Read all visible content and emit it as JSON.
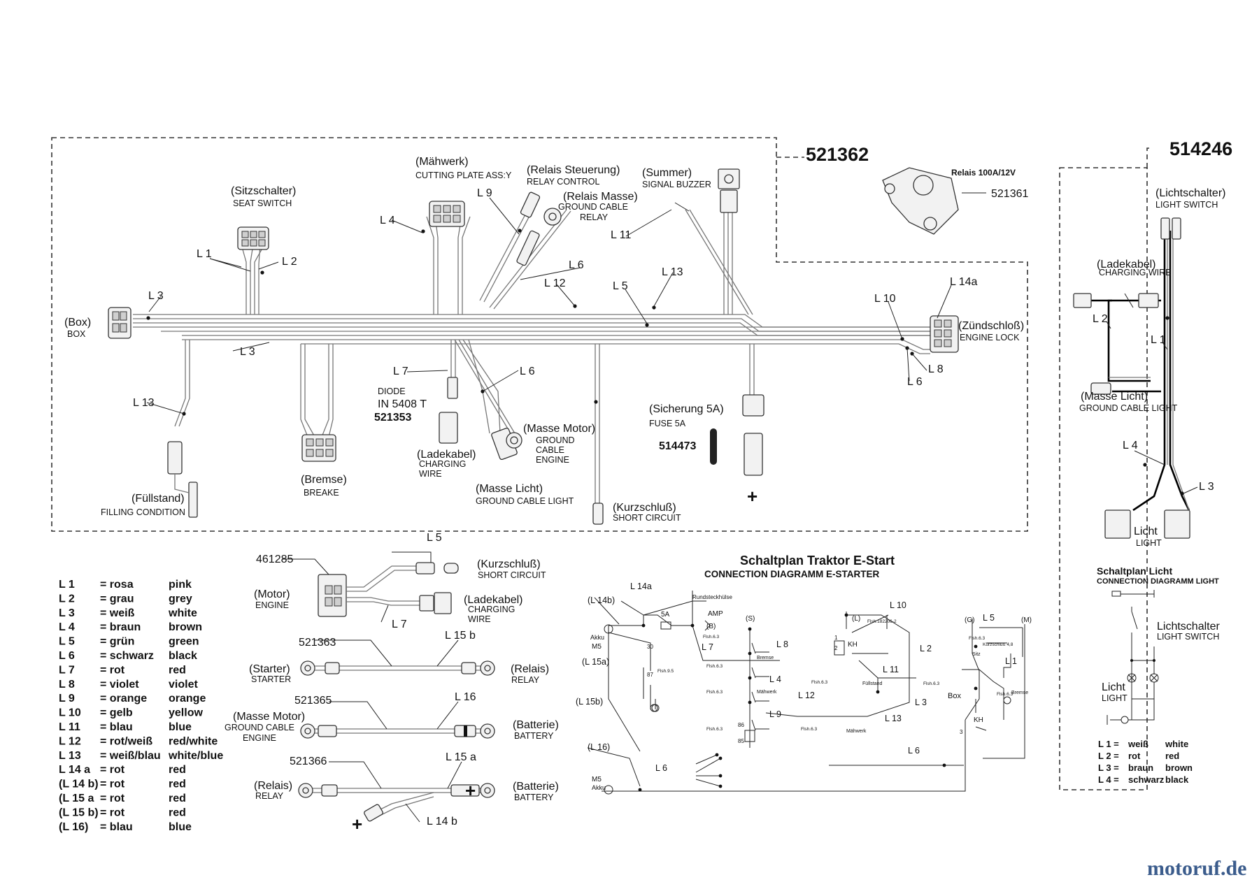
{
  "parts": {
    "main_harness": "521362",
    "light_harness": "514246",
    "relay": "521361",
    "relay_spec": "Relais 100A/12V",
    "diode": "521353",
    "fuse": "514473",
    "motor_cable": "461285",
    "cable_starter": "521363",
    "cable_ground": "521365",
    "cable_relay": "521366"
  },
  "labels": {
    "sitzschalter": "(Sitzschalter)",
    "seat_switch": "SEAT SWITCH",
    "maehwerk": "(Mähwerk)",
    "cutting_plate": "CUTTING PLATE ASS:Y",
    "relais_steuerung": "(Relais Steuerung)",
    "relay_control": "RELAY CONTROL",
    "relais_masse": "(Relais Masse)",
    "ground_cable_relay_1": "GROUND CABLE",
    "ground_cable_relay_2": "RELAY",
    "summer": "(Summer)",
    "signal_buzzer": "SIGNAL BUZZER",
    "box": "(Box)",
    "box_en": "BOX",
    "zuendschloss": "(Zündschloß)",
    "engine_lock": "ENGINE LOCK",
    "diode_1": "DIODE",
    "diode_2": "IN 5408 T",
    "sicherung": "(Sicherung 5A)",
    "fuse_5a": "FUSE 5A",
    "masse_motor": "(Masse Motor)",
    "ground_cable_engine_1": "GROUND",
    "ground_cable_engine_2": "CABLE",
    "ground_cable_engine_3": "ENGINE",
    "ladekabel": "(Ladekabel)",
    "charging_wire_1": "CHARGING",
    "charging_wire_2": "WIRE",
    "masse_licht": "(Masse Licht)",
    "ground_cable_light": "GROUND CABLE LIGHT",
    "bremse": "(Bremse)",
    "breake": "BREAKE",
    "fuellstand": "(Füllstand)",
    "filling_condition": "FILLING CONDITION",
    "kurzschluss": "(Kurzschluß)",
    "short_circuit": "SHORT CIRCUIT",
    "plus": "+",
    "lichtschalter": "(Lichtschalter)",
    "light_switch": "LIGHT SWITCH",
    "ladekabel_r": "(Ladekabel)",
    "charging_wire_r": "CHARGING WIRE",
    "masse_licht_r": "(Masse Licht)",
    "ground_cable_light_r": "GROUND CABLE LIGHT",
    "licht": "Licht",
    "light": "LIGHT",
    "motor": "(Motor)",
    "engine": "ENGINE",
    "kurzschluss_b": "(Kurzschluß)",
    "short_circuit_b": "SHORT CIRCUIT",
    "ladekabel_b": "(Ladekabel)",
    "charging_b_1": "CHARGING",
    "charging_b_2": "WIRE",
    "starter": "(Starter)",
    "starter_en": "STARTER",
    "relais": "(Relais)",
    "relay_en": "RELAY",
    "masse_motor_b": "(Masse Motor)",
    "ground_b_1": "GROUND CABLE",
    "ground_b_2": "ENGINE",
    "batterie": "(Batterie)",
    "battery": "BATTERY",
    "relais_b": "(Relais)",
    "relay_b": "RELAY",
    "batterie_b": "(Batterie)",
    "battery_b": "BATTERY"
  },
  "wires": {
    "L1": "L 1",
    "L2": "L 2",
    "L3": "L 3",
    "L4": "L 4",
    "L5": "L 5",
    "L6": "L 6",
    "L7": "L 7",
    "L8": "L 8",
    "L9": "L 9",
    "L10": "L 10",
    "L11": "L 11",
    "L12": "L 12",
    "L13": "L 13",
    "L14a": "L 14a",
    "L14b": "L 14 b",
    "L15b": "L 15 b",
    "L15a": "L 15 a",
    "L16": "L 16"
  },
  "schematic": {
    "title": "Schaltplan Traktor E-Start",
    "subtitle": "CONNECTION DIAGRAMM E-STARTER",
    "L14a": "L 14a",
    "L14b": "(L 14b)",
    "L15a": "(L 15a)",
    "L15b": "(L 15b)",
    "L16": "(L 16)",
    "akku": "Akku",
    "m5": "M5",
    "fuse": "5A",
    "amp": "AMP",
    "rund": "Rundsteckhülse",
    "b": "(B)",
    "s": "(S)",
    "g": "(G)",
    "l": "(L)",
    "m": "(M)",
    "L5": "L 5",
    "L6": "L 6",
    "L7": "L 7",
    "L8": "L 8",
    "L9": "L 9",
    "L10": "L 10",
    "L11": "L 11",
    "L12": "L 12",
    "L13": "L 13",
    "L1": "L 1",
    "L2": "L 2",
    "L3": "L 3",
    "L4": "L 4",
    "n30": "30",
    "n87": "87",
    "n85": "85",
    "n86": "86",
    "n1": "1",
    "n2": "2",
    "n3": "3",
    "fish63": "Flsh.6.3",
    "fish95": "Flsh.9.5",
    "fish1822": "Flsh.182206-2",
    "kurz": "Kurzschluß 4,8",
    "bremse": "Bremse",
    "maehwerk": "Mähwerk",
    "fuellstand": "Füllstand",
    "sitz": "Sitz",
    "box": "Box",
    "kh": "KH"
  },
  "light_schematic": {
    "title": "Schaltplan Licht",
    "subtitle": "CONNECTION DIAGRAMM LIGHT",
    "switch": "Lichtschalter",
    "switch_en": "LIGHT SWITCH",
    "lamp": "Licht",
    "lamp_en": "LIGHT",
    "legend": [
      {
        "code": "L 1 =",
        "de": "weiß",
        "en": "white"
      },
      {
        "code": "L 2 =",
        "de": "rot",
        "en": "red"
      },
      {
        "code": "L 3 =",
        "de": "braun",
        "en": "brown"
      },
      {
        "code": "L 4 =",
        "de": "schwarz",
        "en": "black"
      }
    ]
  },
  "legend": [
    {
      "code": "L 1",
      "de": "= rosa",
      "en": "pink"
    },
    {
      "code": "L 2",
      "de": "= grau",
      "en": "grey"
    },
    {
      "code": "L 3",
      "de": "= weiß",
      "en": "white"
    },
    {
      "code": "L 4",
      "de": "= braun",
      "en": "brown"
    },
    {
      "code": "L 5",
      "de": "= grün",
      "en": "green"
    },
    {
      "code": "L 6",
      "de": "= schwarz",
      "en": "black"
    },
    {
      "code": "L 7",
      "de": "= rot",
      "en": "red"
    },
    {
      "code": "L 8",
      "de": "= violet",
      "en": "violet"
    },
    {
      "code": "L 9",
      "de": "= orange",
      "en": "orange"
    },
    {
      "code": "L 10",
      "de": "= gelb",
      "en": "yellow"
    },
    {
      "code": "L 11",
      "de": "= blau",
      "en": "blue"
    },
    {
      "code": "L 12",
      "de": "= rot/weiß",
      "en": "red/white"
    },
    {
      "code": "L 13",
      "de": "= weiß/blau",
      "en": "white/blue"
    },
    {
      "code": "L 14 a",
      "de": "= rot",
      "en": "red"
    },
    {
      "code": "(L 14 b)",
      "de": "= rot",
      "en": "red"
    },
    {
      "code": "(L 15 a",
      "de": "= rot",
      "en": "red"
    },
    {
      "code": "(L 15 b)",
      "de": "= rot",
      "en": "red"
    },
    {
      "code": "(L 16)",
      "de": "= blau",
      "en": "blue"
    }
  ],
  "watermark": "motoruf.de"
}
